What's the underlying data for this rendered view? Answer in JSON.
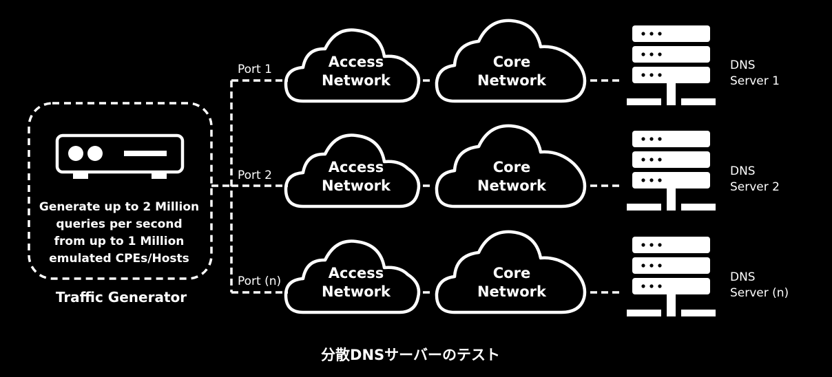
{
  "generator": {
    "description_lines": [
      "Generate up to 2 Million",
      "queries per second",
      "from up to 1 Million",
      "emulated CPEs/Hosts"
    ],
    "title": "Traffic Generator"
  },
  "rows": [
    {
      "port": "Port 1",
      "access": [
        "Access",
        "Network"
      ],
      "core": [
        "Core",
        "Network"
      ],
      "server": [
        "DNS",
        "Server 1"
      ]
    },
    {
      "port": "Port 2",
      "access": [
        "Access",
        "Network"
      ],
      "core": [
        "Core",
        "Network"
      ],
      "server": [
        "DNS",
        "Server 2"
      ]
    },
    {
      "port": "Port (n)",
      "access": [
        "Access",
        "Network"
      ],
      "core": [
        "Core",
        "Network"
      ],
      "server": [
        "DNS",
        "Server (n)"
      ]
    }
  ],
  "caption": "分散DNSサーバーのテスト",
  "colors": {
    "background": "#000000",
    "foreground": "#ffffff"
  }
}
